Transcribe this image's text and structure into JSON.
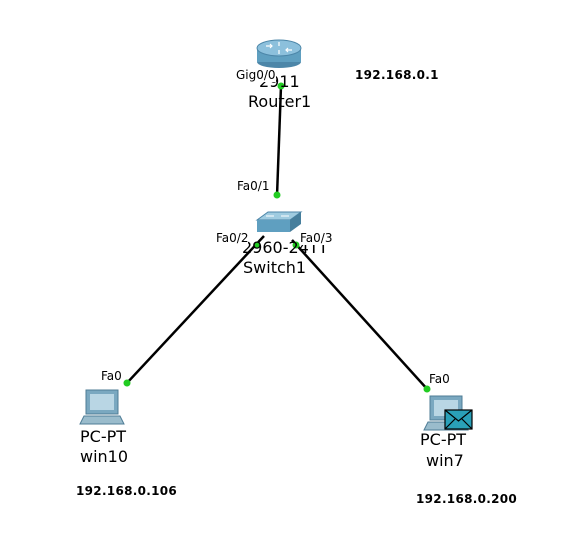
{
  "devices": {
    "router": {
      "model": "2911",
      "name": "Router1",
      "port": "Gig0/0",
      "ip": "192.168.0.1",
      "icon": "router-icon"
    },
    "switch": {
      "model": "2960-24TT",
      "name": "Switch1",
      "ports": {
        "up": "Fa0/1",
        "left": "Fa0/2",
        "right": "Fa0/3"
      },
      "icon": "switch-icon"
    },
    "pc_left": {
      "model": "PC-PT",
      "name": "win10",
      "port": "Fa0",
      "ip": "192.168.0.106",
      "icon": "pc-icon"
    },
    "pc_right": {
      "model": "PC-PT",
      "name": "win7",
      "port": "Fa0",
      "ip": "192.168.0.200",
      "icon": "pc-icon",
      "badge": "envelope-icon"
    }
  },
  "colors": {
    "link": "#000000",
    "link_up": "#22cc22",
    "router_body": "#5f9fc0",
    "switch_body": "#6fa8c8",
    "pc_screen": "#b9d6e4",
    "envelope": "#2aa0b8"
  }
}
